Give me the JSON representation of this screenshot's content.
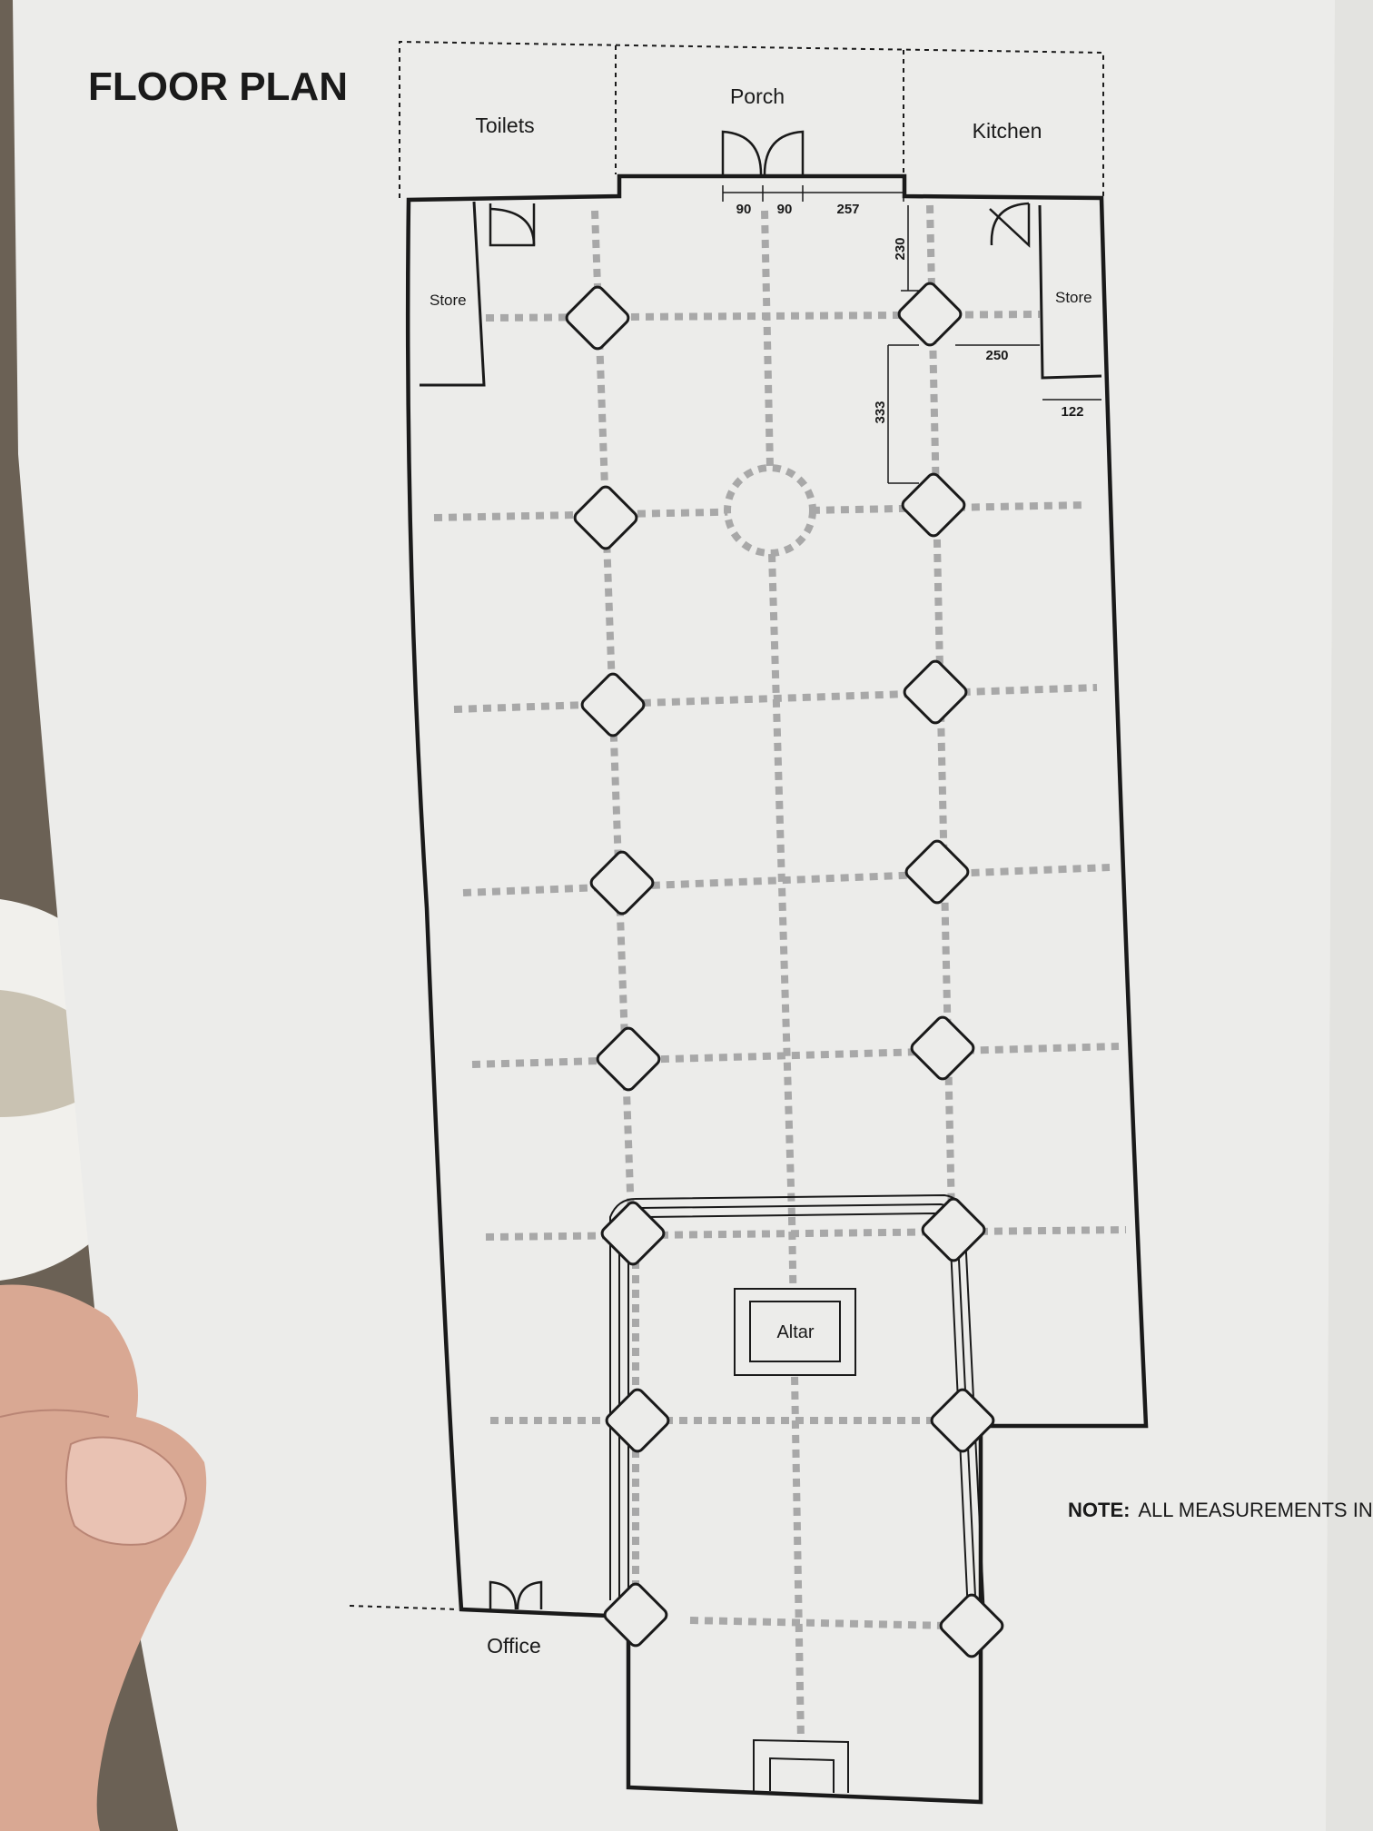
{
  "header": {
    "title": "FLOOR PLAN"
  },
  "rooms": {
    "toilets": "Toilets",
    "porch": "Porch",
    "kitchen": "Kitchen",
    "store_left": "Store",
    "store_right": "Store",
    "altar": "Altar",
    "office": "Office"
  },
  "dimensions": {
    "door_left": "90",
    "door_right": "90",
    "porch_offset": "257",
    "top_clearance": "230",
    "column_to_store": "250",
    "column_spacing": "333",
    "store_depth": "122"
  },
  "note": {
    "prefix": "NOTE:",
    "text": "ALL MEASUREMENTS IN CI"
  },
  "colors": {
    "paper": "#ececea",
    "line": "#1a1a1a",
    "grid_dash": "#a8a8a8"
  }
}
